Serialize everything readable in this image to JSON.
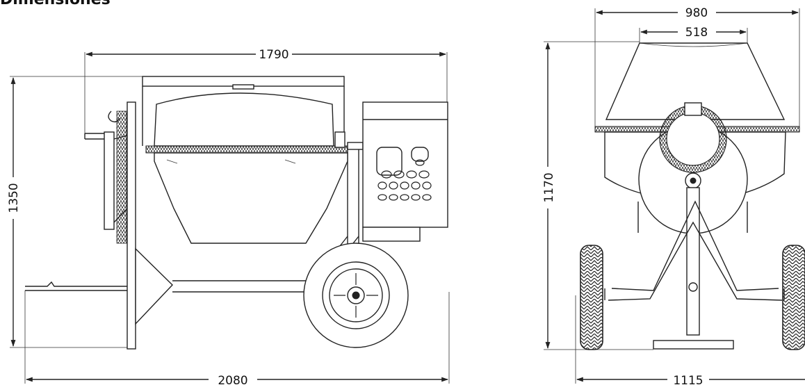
{
  "title": "Dimensiones",
  "side_view": {
    "dimensions": {
      "top_length": "1790",
      "height": "1350",
      "overall_length": "2080"
    }
  },
  "rear_view": {
    "dimensions": {
      "drum_outer_width": "980",
      "drum_opening_width": "518",
      "height": "1170",
      "axle_width": "1115"
    }
  }
}
